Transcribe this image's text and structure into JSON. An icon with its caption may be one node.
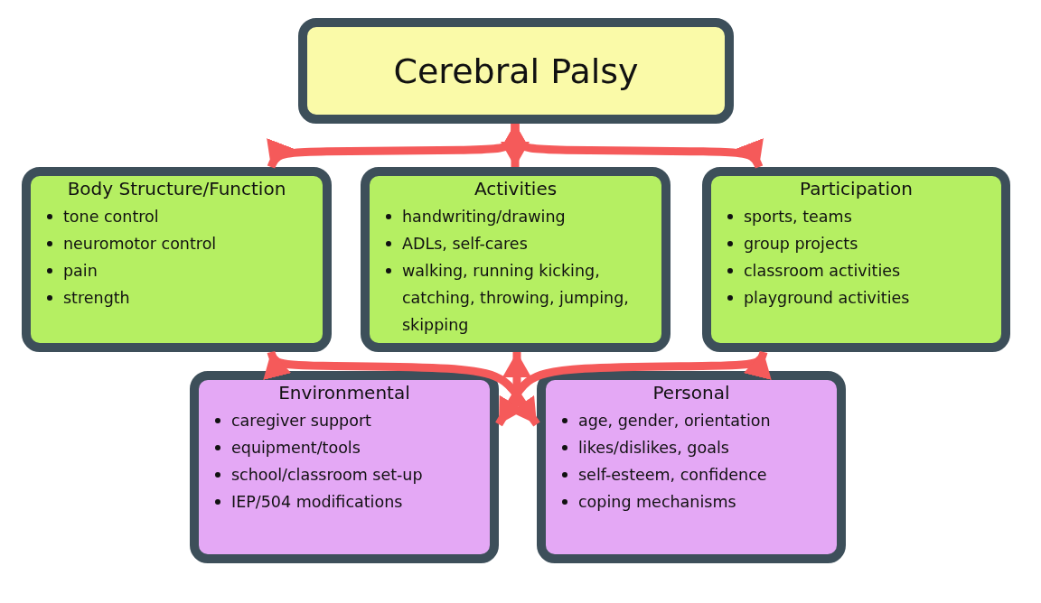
{
  "diagram": {
    "nodes": [
      {
        "text": [
          "Cerebral Palsy"
        ]
      },
      {
        "text": [
          "Body Structure/Function",
          "tone control",
          "neuromotor control",
          "pain",
          "strength"
        ]
      },
      {
        "text": [
          "Activities",
          "handwriting/drawing",
          "ADLs, self-cares",
          "walking, running kicking, catching, throwing, jumping, skipping"
        ]
      },
      {
        "text": [
          "Participation",
          "sports, teams",
          "group projects",
          "classroom activities",
          "playground activities"
        ]
      },
      {
        "text": [
          "Environmental",
          "caregiver support",
          "equipment/tools",
          "school/classroom set-up",
          "IEP/504 modifications"
        ]
      },
      {
        "text": [
          "Personal",
          "age, gender, orientation",
          "likes/dislikes, goals",
          "self-esteem, confidence",
          "coping mechanisms"
        ]
      }
    ],
    "edges": [
      {
        "from": 0,
        "to": 1,
        "arrow": "both"
      },
      {
        "from": 0,
        "to": 2,
        "arrow": "both"
      },
      {
        "from": 0,
        "to": 3,
        "arrow": "both"
      },
      {
        "from": 1,
        "to": 5,
        "arrow": "both"
      },
      {
        "from": 3,
        "to": 4,
        "arrow": "both"
      },
      {
        "from": null,
        "to": 2,
        "arrow": "to"
      }
    ]
  }
}
